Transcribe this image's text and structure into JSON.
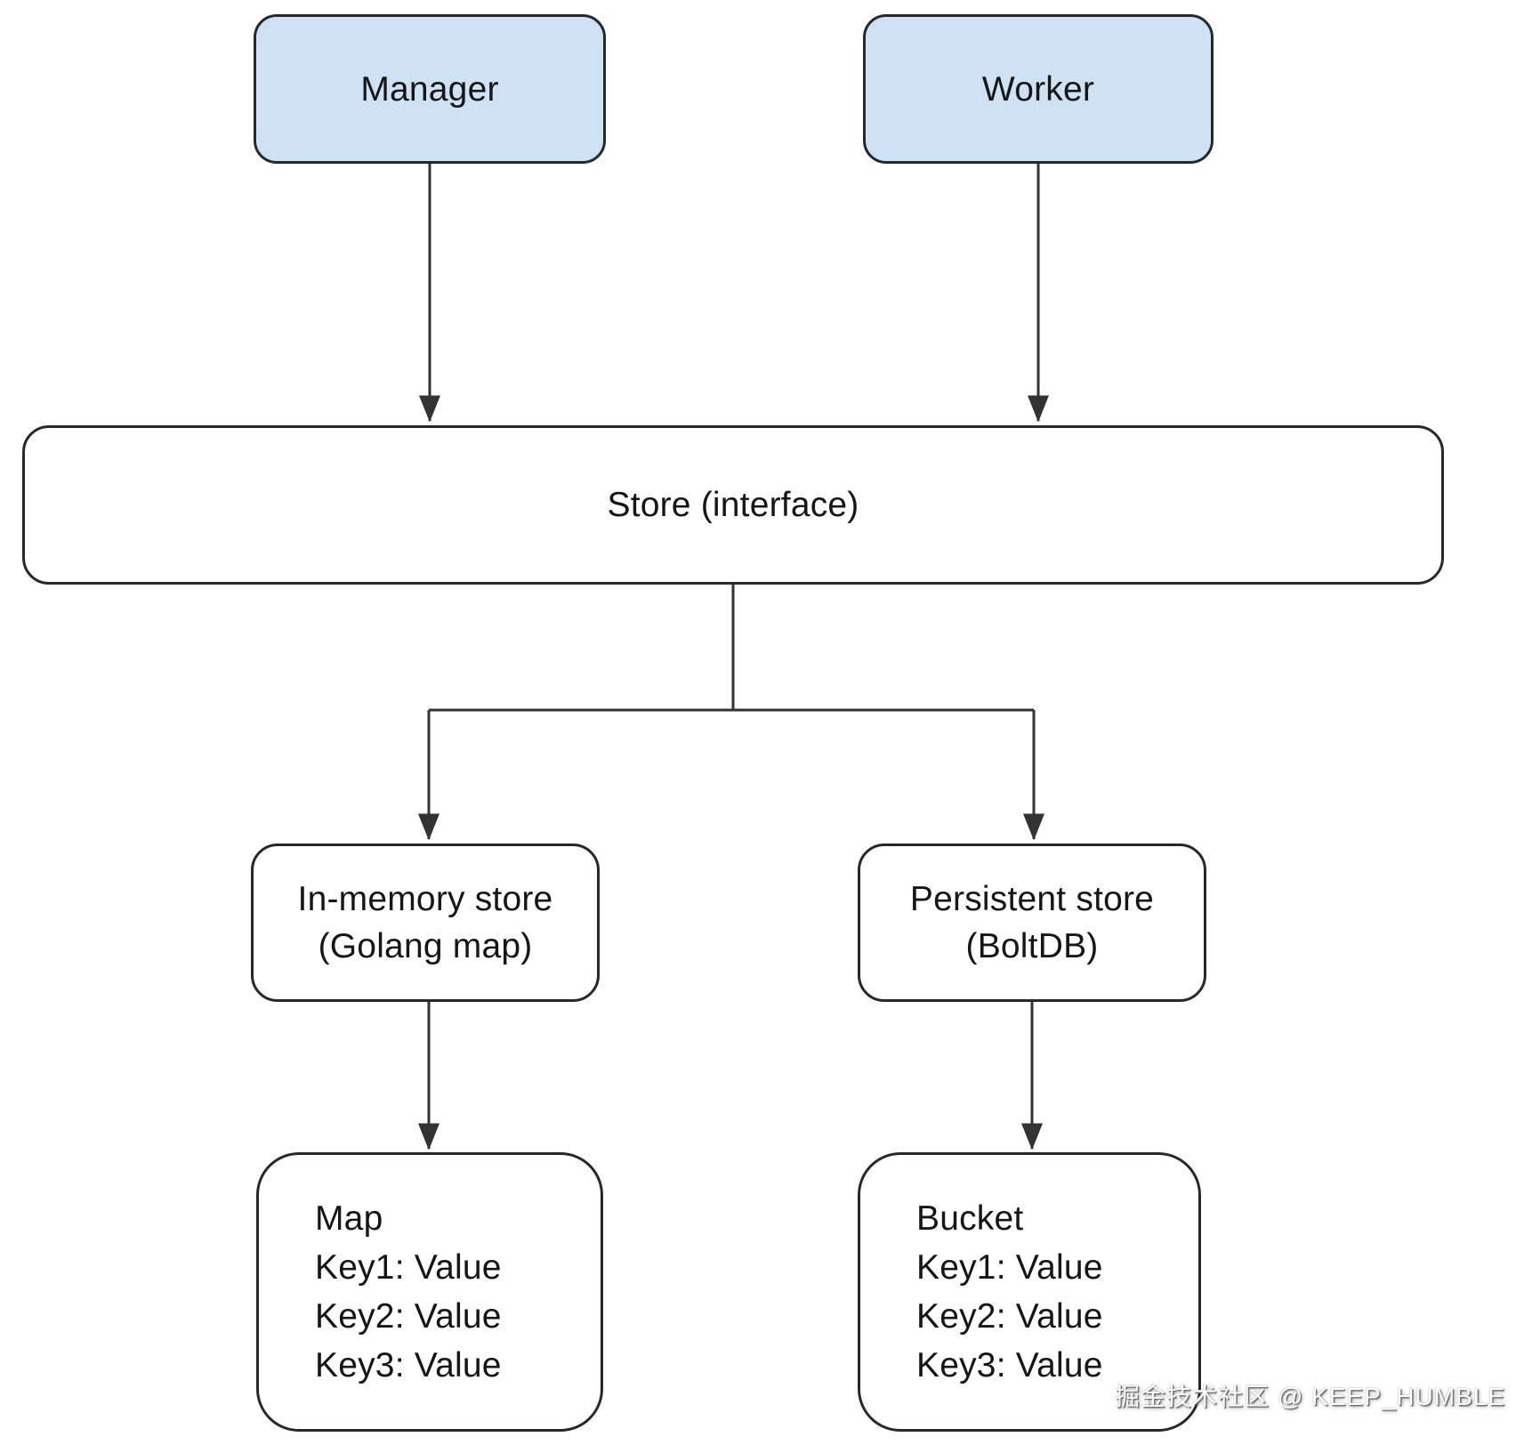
{
  "diagram": {
    "nodes": {
      "manager": {
        "label": "Manager"
      },
      "worker": {
        "label": "Worker"
      },
      "store": {
        "label": "Store (interface)"
      },
      "inmemory": {
        "lines": [
          "In-memory store",
          "(Golang map)"
        ]
      },
      "persistent": {
        "lines": [
          "Persistent store",
          "(BoltDB)"
        ]
      },
      "map": {
        "lines": [
          "Map",
          "Key1: Value",
          "Key2: Value",
          "Key3: Value"
        ]
      },
      "bucket": {
        "lines": [
          "Bucket",
          "Key1: Value",
          "Key2: Value",
          "Key3: Value"
        ]
      }
    },
    "edges": [
      {
        "from": "manager",
        "to": "store",
        "arrow": true
      },
      {
        "from": "worker",
        "to": "store",
        "arrow": true
      },
      {
        "from": "store",
        "to": "inmemory",
        "arrow": true
      },
      {
        "from": "store",
        "to": "persistent",
        "arrow": true
      },
      {
        "from": "inmemory",
        "to": "map",
        "arrow": true
      },
      {
        "from": "persistent",
        "to": "bucket",
        "arrow": true
      }
    ],
    "colors": {
      "blue_fill": "#cfe2f3",
      "white_fill": "#ffffff",
      "border": "#26292c",
      "line": "#333333",
      "bg": "#ffffff"
    }
  },
  "watermark": {
    "text": "掘金技术社区 @ KEEP_HUMBLE"
  }
}
